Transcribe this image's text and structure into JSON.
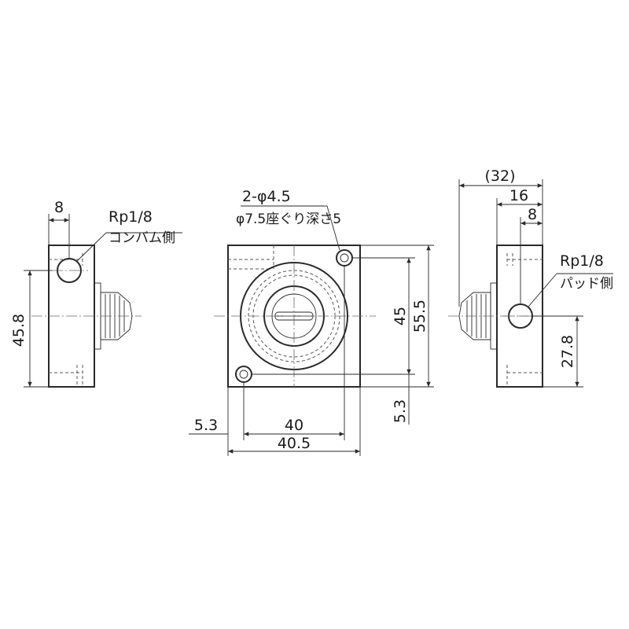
{
  "left_view": {
    "dim_top": "8",
    "dim_left_vertical": "45.8",
    "port_label": "Rp1/8",
    "port_side": "コンバム側"
  },
  "front_view": {
    "hole_label": "2-φ4.5",
    "counterbore_label": "φ7.5座ぐり深さ5",
    "dim_bottom_pitch": "40",
    "dim_bottom_width": "40.5",
    "dim_left_offset": "5.3",
    "dim_right_pitch": "45",
    "dim_right_height": "55.5",
    "dim_right_offset": "5.3"
  },
  "right_view": {
    "dim_overall": "(32)",
    "dim_16": "16",
    "dim_8": "8",
    "port_label": "Rp1/8",
    "port_side": "パッド側",
    "dim_right_vertical": "27.8"
  }
}
